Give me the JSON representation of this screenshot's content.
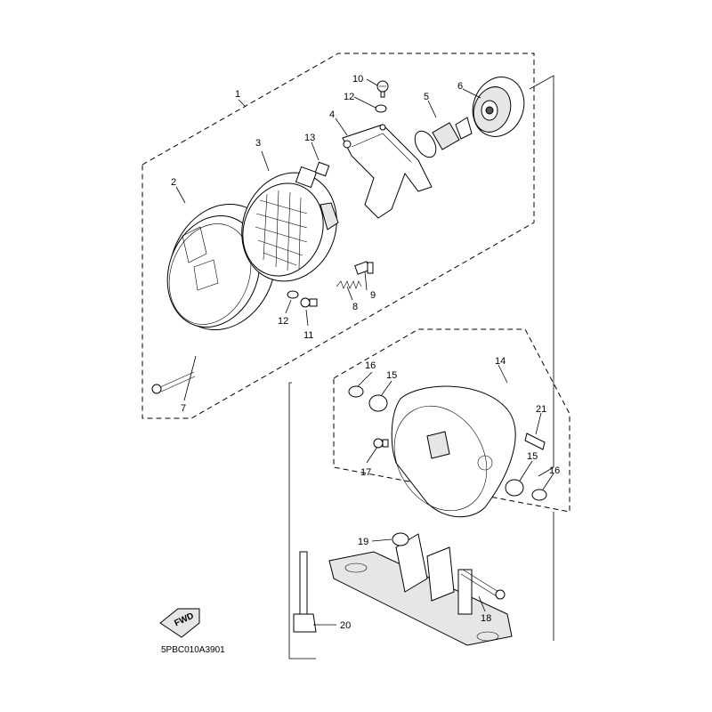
{
  "diagram": {
    "diagram_code": "5PBC010A3901",
    "fwd_label": "FWD",
    "part_numbers": {
      "p1": "1",
      "p2": "2",
      "p3": "3",
      "p4": "4",
      "p5": "5",
      "p6": "6",
      "p7": "7",
      "p8": "8",
      "p9": "9",
      "p10": "10",
      "p11": "11",
      "p12a": "12",
      "p12b": "12",
      "p13": "13",
      "p14": "14",
      "p15a": "15",
      "p15b": "15",
      "p16a": "16",
      "p16b": "16",
      "p17": "17",
      "p18": "18",
      "p19": "19",
      "p20": "20",
      "p21": "21"
    }
  }
}
